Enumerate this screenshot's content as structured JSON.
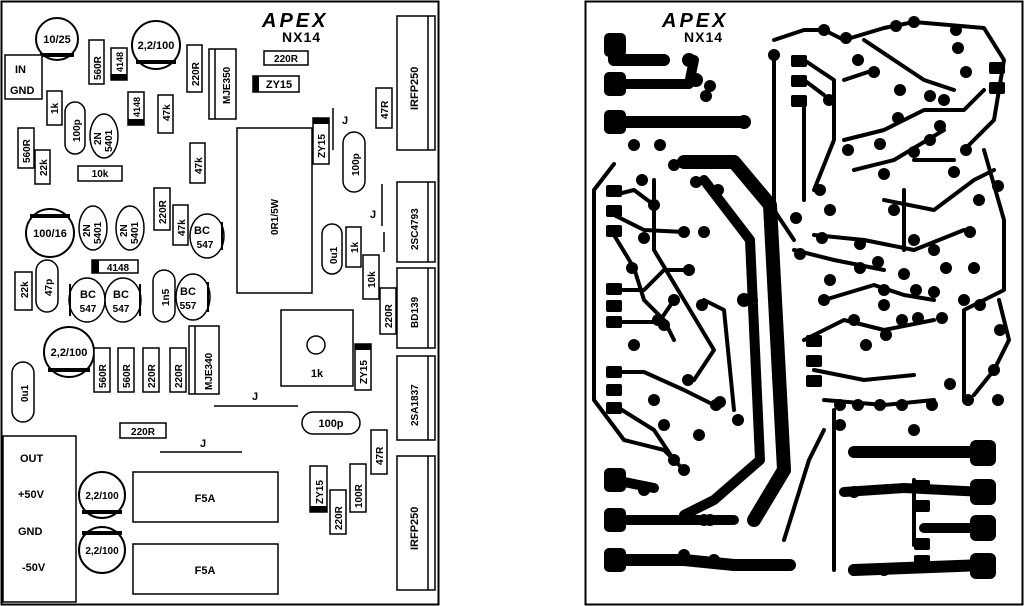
{
  "brand": {
    "logo_text": "APEX",
    "model": "NX14"
  },
  "components": {
    "c_10_25": "10/25",
    "r_560_top": "560R",
    "d_4148_top": "4148",
    "c_22_100_top": "2,2/100",
    "r_220_top": "220R",
    "mje350": "MJE350",
    "r_220_center": "220R",
    "zy15_top": "ZY15",
    "irfp250_top": "IRFP250",
    "in_label": "IN",
    "gnd_label": "GND",
    "r_1k_left": "1k",
    "c_100p_left": "100p",
    "q_2n5401_a_1": "2N",
    "q_2n5401_a_2": "5401",
    "d_4148_vert": "4148",
    "r_47k_top": "47k",
    "r_47r_top": "47R",
    "r_560_left": "560R",
    "r_22k_left": "22k",
    "r_10k_mid": "10k",
    "r_47k_mid": "47k",
    "r_0r1": "0R1/5W",
    "zy15_mid": "ZY15",
    "j_mid": "J",
    "c_100p_mid": "100p",
    "q_2sc4793": "2SC4793",
    "r_220_v2": "220R",
    "j_small": "J",
    "c_100_16": "100/16",
    "q_2n5401_b_1": "2N",
    "q_2n5401_b_2": "5401",
    "q_2n5401_c_1": "2N",
    "q_2n5401_c_2": "5401",
    "r_47k_low": "47k",
    "q_bc547_a_1": "BC",
    "q_bc547_a_2": "547",
    "c_0u1_mid": "0u1",
    "r_1k_mid": "1k",
    "d_4148_mid": "4148",
    "r_10k_v": "10k",
    "q_bd139": "BD139",
    "r_22k_low": "22k",
    "c_47p": "47p",
    "q_bc547_b_1": "BC",
    "q_bc547_b_2": "547",
    "q_bc547_c_1": "BC",
    "q_bc547_c_2": "547",
    "c_1n5": "1n5",
    "q_bc557_1": "BC",
    "q_bc557_2": "557",
    "r_220_right": "220R",
    "c_22_100_mid": "2,2/100",
    "r_560_a": "560R",
    "r_560_b": "560R",
    "r_220_a": "220R",
    "r_220_b": "220R",
    "mje340": "MJE340",
    "pot_1k": "1k",
    "zy15_low": "ZY15",
    "q_2sa1837": "2SA1837",
    "c_0u1_left": "0u1",
    "j_low": "J",
    "c_100p_low": "100p",
    "r_220_low": "220R",
    "j_fuse": "J",
    "r_47r_low": "47R",
    "out_label": "OUT",
    "p50_label": "+50V",
    "gnd2_label": "GND",
    "m50_label": "-50V",
    "c_22_100_b1": "2,2/100",
    "c_22_100_b2": "2,2/100",
    "fuse1": "F5A",
    "fuse2": "F5A",
    "zy15_bottom": "ZY15",
    "r_220_bottom": "220R",
    "r_100_bottom": "100R",
    "irfp250_bottom": "IRFP250"
  }
}
